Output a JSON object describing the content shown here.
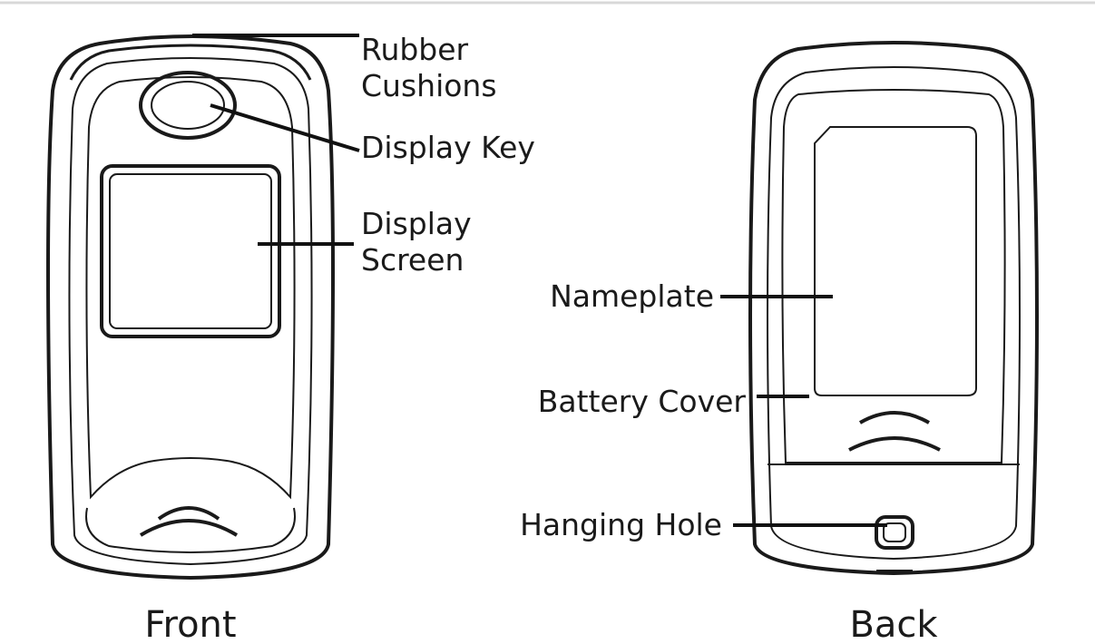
{
  "front": {
    "caption": "Front",
    "labels": {
      "rubber_cushions_line1": "Rubber",
      "rubber_cushions_line2": "Cushions",
      "display_key": "Display Key",
      "display_screen_line1": "Display",
      "display_screen_line2": "Screen"
    }
  },
  "back": {
    "caption": "Back",
    "labels": {
      "nameplate": "Nameplate",
      "battery_cover": "Battery Cover",
      "hanging_hole": "Hanging Hole"
    }
  }
}
